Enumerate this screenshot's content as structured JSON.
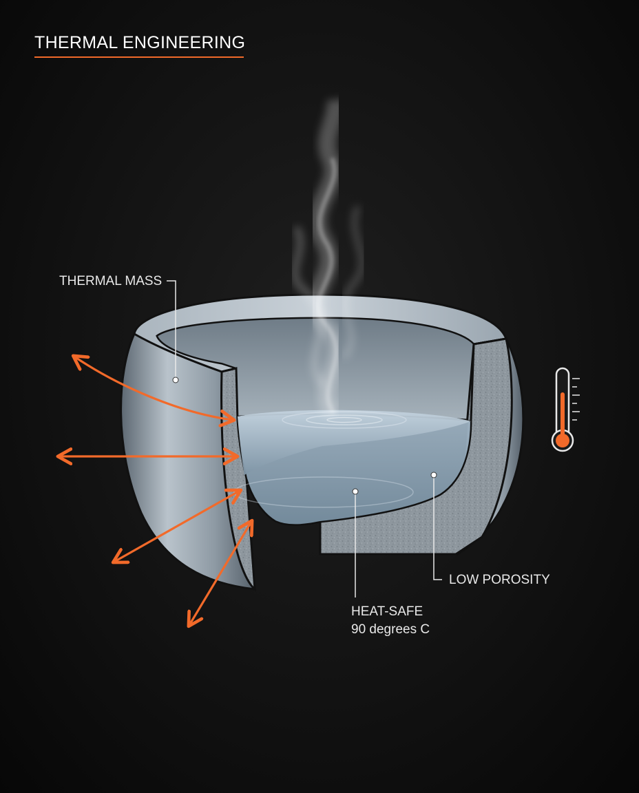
{
  "header": {
    "title": "THERMAL ENGINEERING"
  },
  "callouts": {
    "thermal_mass": "THERMAL MASS",
    "low_porosity": "LOW POROSITY",
    "heat_safe_title": "HEAT-SAFE",
    "heat_safe_value": "90 degrees C"
  },
  "icons": {
    "thermometer": "thermometer-icon",
    "heat_arrows": "double-headed-arrow"
  },
  "colors": {
    "accent": "#f26a2a",
    "background": "#0d0d0d",
    "text": "#ffffff",
    "bowl": "#9aa6b0",
    "water": "#a9bccb"
  }
}
